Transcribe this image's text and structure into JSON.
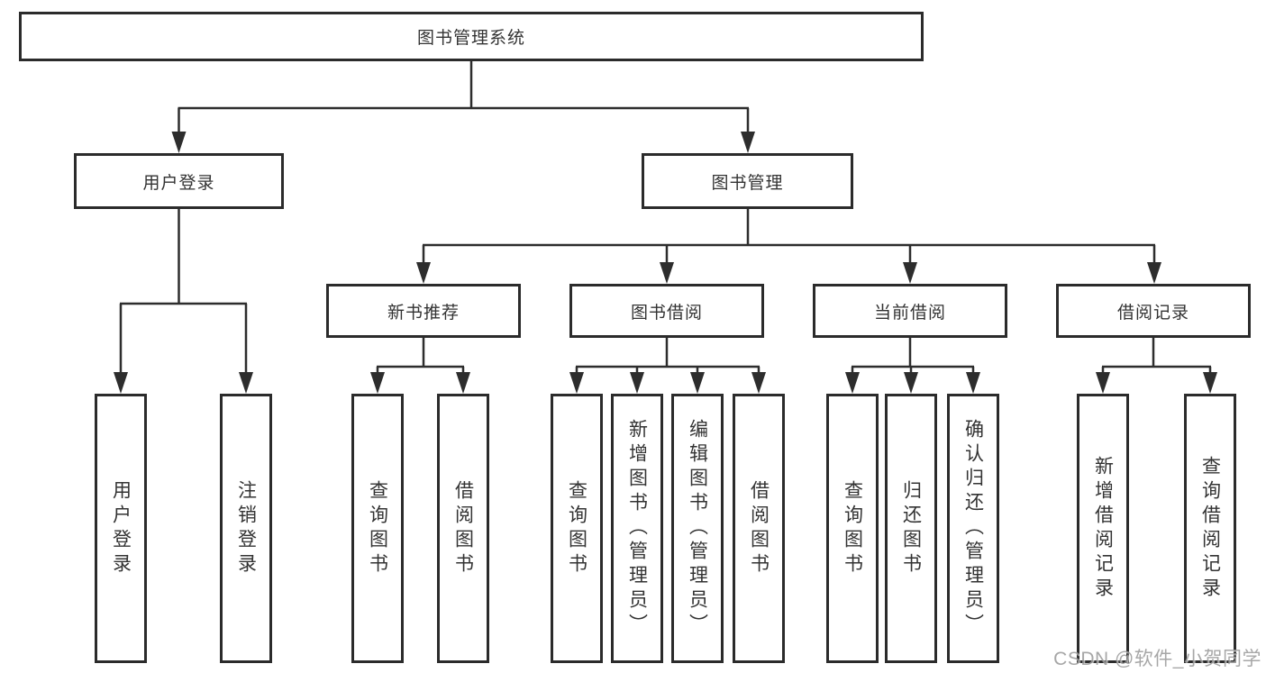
{
  "tree": {
    "root": {
      "label": "图书管理系统",
      "children": [
        {
          "label": "用户登录",
          "children": [
            {
              "label": "用户登录"
            },
            {
              "label": "注销登录"
            }
          ]
        },
        {
          "label": "图书管理",
          "children": [
            {
              "label": "新书推荐",
              "children": [
                {
                  "label": "查询图书"
                },
                {
                  "label": "借阅图书"
                }
              ]
            },
            {
              "label": "图书借阅",
              "children": [
                {
                  "label": "查询图书"
                },
                {
                  "label": "新增图书（管理员）"
                },
                {
                  "label": "编辑图书（管理员）"
                },
                {
                  "label": "借阅图书"
                }
              ]
            },
            {
              "label": "当前借阅",
              "children": [
                {
                  "label": "查询图书"
                },
                {
                  "label": "归还图书"
                },
                {
                  "label": "确认归还（管理员）"
                }
              ]
            },
            {
              "label": "借阅记录",
              "children": [
                {
                  "label": "新增借阅记录"
                },
                {
                  "label": "查询借阅记录"
                }
              ]
            }
          ]
        }
      ]
    }
  },
  "watermark": {
    "text": "CSDN @软件_小贺同学"
  },
  "colors": {
    "line": "#2d2d2d",
    "border": "#2b2b2b",
    "text": "#333333",
    "box_background": "#ffffff",
    "watermark": "#9b9b9b"
  }
}
